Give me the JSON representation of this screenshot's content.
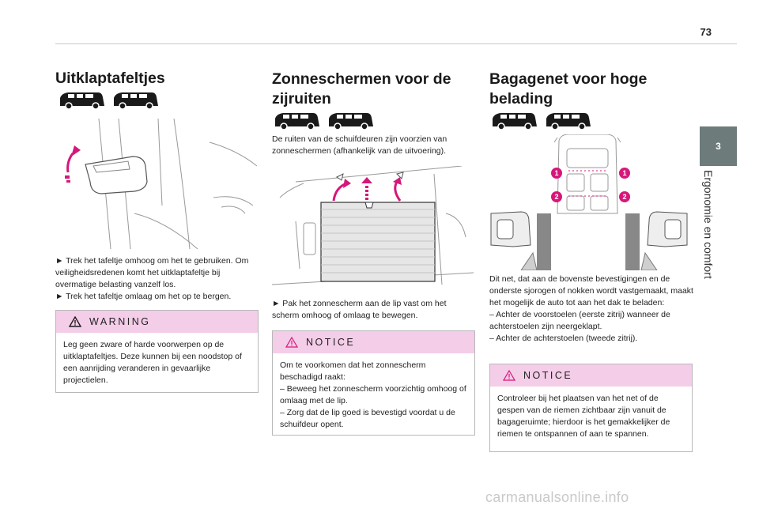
{
  "page": {
    "number": "73"
  },
  "side_tab": {
    "chapter": "3",
    "title": "Ergonomie en comfort"
  },
  "col1": {
    "heading": "Uitklaptafeltjes",
    "paragraphs": [
      "► Trek het tafeltje omhoog om het te gebruiken. Om veiligheidsredenen komt het uitklaptafeltje bij overmatige belasting vanzelf los.",
      "► Trek het tafeltje omlaag om het op te bergen."
    ],
    "warning": {
      "label": "WARNING",
      "text": "Leg geen zware of harde voorwerpen op de uitklaptafeltjes. Deze kunnen bij een noodstop of een aanrijding veranderen in gevaarlijke projectielen."
    }
  },
  "col2": {
    "heading": "Zonneschermen voor de zijruiten",
    "intro": "De ruiten van de schuifdeuren zijn voorzien van zonneschermen (afhankelijk van de uitvoering).",
    "instruction": "► Pak het zonnescherm aan de lip vast om het scherm omhoog of omlaag te bewegen.",
    "notice": {
      "label": "NOTICE",
      "lines": [
        "Om te voorkomen dat het zonnescherm beschadigd raakt:",
        "– Beweeg het zonnescherm voorzichtig omhoog of omlaag met de lip.",
        "– Zorg dat de lip goed is bevestigd voordat u de schuifdeur opent."
      ]
    }
  },
  "col3": {
    "heading": "Bagagenet voor hoge belading",
    "markers": [
      "1",
      "1",
      "2",
      "2"
    ],
    "paragraph": "Dit net, dat aan de bovenste bevestigingen en de onderste sjorogen of nokken wordt vastgemaakt, maakt het mogelijk de auto tot aan het dak te beladen:",
    "list": [
      "– Achter de voorstoelen (eerste zitrij) wanneer de achterstoelen zijn neergeklapt.",
      "– Achter de achterstoelen (tweede zitrij)."
    ],
    "notice": {
      "label": "NOTICE",
      "text": "Controleer bij het plaatsen van het net of de gespen van de riemen zichtbaar zijn vanuit de bagageruimte; hierdoor is het gemakkelijker de riemen te ontspannen of aan te spannen."
    }
  },
  "footer": {
    "watermark": "carmanualsonline.info"
  },
  "colors": {
    "accent_pink": "#f4cde8",
    "marker_magenta": "#d6177a",
    "tab_grey": "#6d7b7b"
  }
}
